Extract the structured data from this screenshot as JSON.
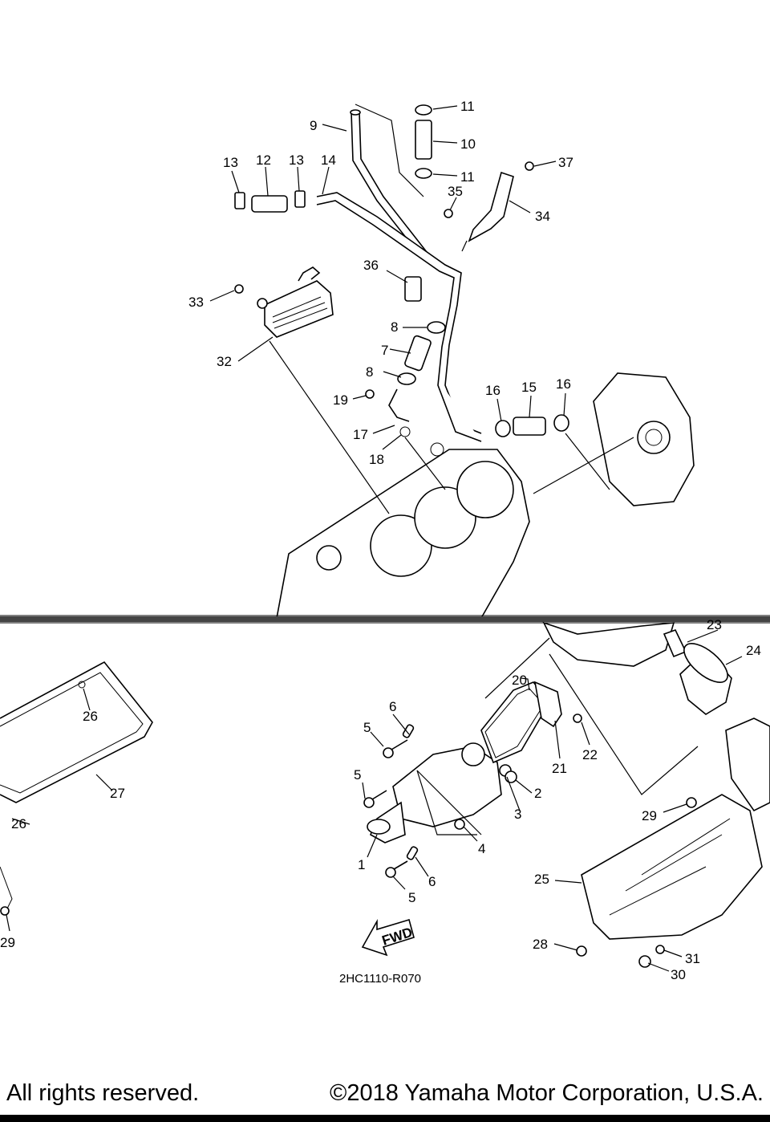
{
  "diagram": {
    "code": "2HC1110-R070",
    "fwd_label": "FWD",
    "callouts": [
      "1",
      "2",
      "3",
      "4",
      "5",
      "5",
      "5",
      "6",
      "6",
      "7",
      "8",
      "8",
      "9",
      "10",
      "11",
      "11",
      "12",
      "13",
      "13",
      "14",
      "15",
      "16",
      "16",
      "17",
      "18",
      "19",
      "20",
      "21",
      "22",
      "23",
      "24",
      "25",
      "26",
      "26",
      "27",
      "28",
      "29",
      "29",
      "30",
      "31",
      "32",
      "33",
      "34",
      "35",
      "36",
      "37"
    ]
  },
  "footer": {
    "rights": "All rights reserved.",
    "copyright": "©2018 Yamaha Motor Corporation, U.S.A."
  }
}
